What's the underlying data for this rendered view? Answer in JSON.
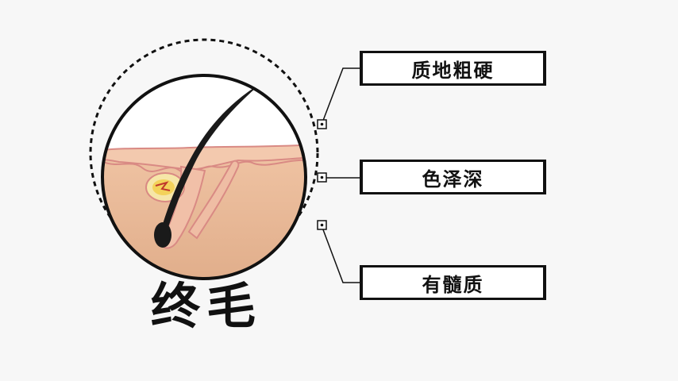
{
  "title": "终毛",
  "labels": [
    {
      "text": "质地粗硬"
    },
    {
      "text": "色泽深"
    },
    {
      "text": "有髓质"
    }
  ],
  "colors": {
    "background": "#f7f7f7",
    "skin_top": "#f2c3a6",
    "skin_body": "#e3b594",
    "skin_edge": "#d98a84",
    "gland": "#f3d25a",
    "hair": "#1a1a1a",
    "outline": "#111111"
  },
  "icons": {
    "magnifier": "circle-zoom-icon",
    "connector_dot": "square-dot-icon"
  }
}
